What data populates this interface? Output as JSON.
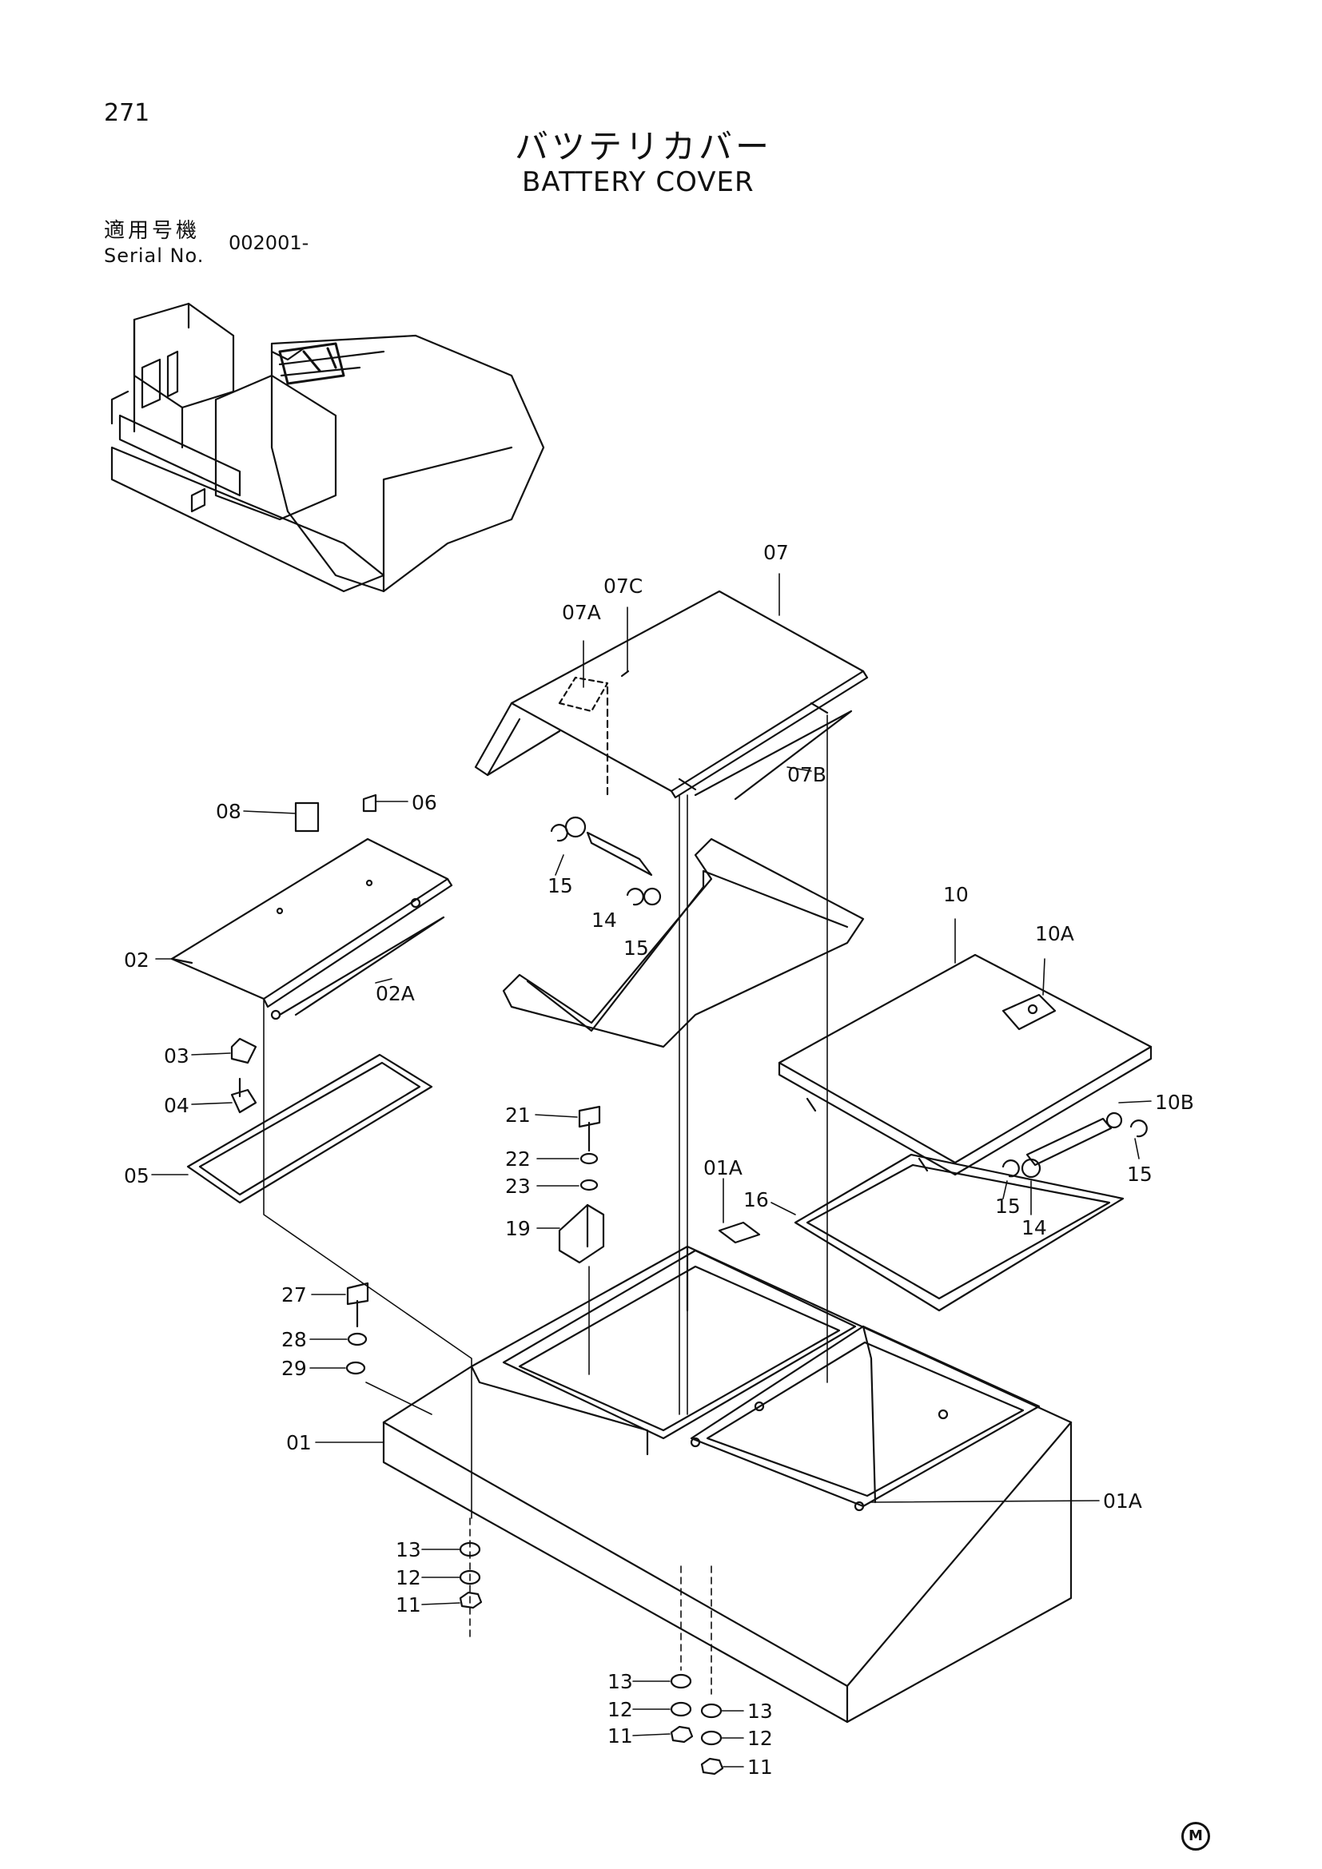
{
  "page_number": "271",
  "title_jp": "バツテリカバー",
  "title_en": "BATTERY COVER",
  "serial": {
    "label_jp": "適用号機",
    "label_en": "Serial No.",
    "value": "002001-"
  },
  "maker_mark": "M",
  "callouts": {
    "c07": "07",
    "c07C": "07C",
    "c07A": "07A",
    "c07B": "07B",
    "c08": "08",
    "c06": "06",
    "c15a": "15",
    "c14a": "14",
    "c15b": "15",
    "c02": "02",
    "c02A": "02A",
    "c10": "10",
    "c10A": "10A",
    "c10B": "10B",
    "c15c": "15",
    "c15d": "15",
    "c14b": "14",
    "c03": "03",
    "c04": "04",
    "c05": "05",
    "c21": "21",
    "c22": "22",
    "c23": "23",
    "c19": "19",
    "c01Atop": "01A",
    "c16": "16",
    "c27": "27",
    "c28": "28",
    "c29": "29",
    "c01": "01",
    "c01Aright": "01A",
    "c13a": "13",
    "c12a": "12",
    "c11a": "11",
    "c13b": "13",
    "c12b": "12",
    "c11b": "11",
    "c13c": "13",
    "c12c": "12",
    "c11c": "11"
  }
}
